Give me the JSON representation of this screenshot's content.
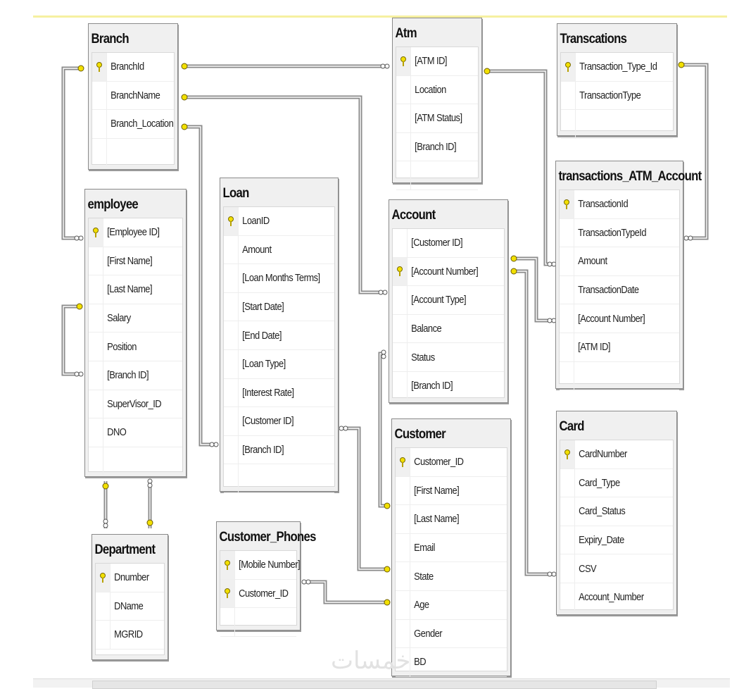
{
  "tables": [
    {
      "id": "t-branch",
      "name": "Branch",
      "columns": [
        {
          "name": "BranchId",
          "pk": true
        },
        {
          "name": "BranchName"
        },
        {
          "name": "Branch_Location"
        }
      ],
      "empty_rows": 1
    },
    {
      "id": "t-atm",
      "name": "Atm",
      "columns": [
        {
          "name": "[ATM ID]",
          "pk": true
        },
        {
          "name": "Location"
        },
        {
          "name": "[ATM Status]"
        },
        {
          "name": "[Branch ID]"
        }
      ],
      "empty_rows": 1
    },
    {
      "id": "t-transcations",
      "name": "Transcations",
      "columns": [
        {
          "name": "Transaction_Type_Id",
          "pk": true
        },
        {
          "name": "TransactionType"
        }
      ],
      "empty_rows": 1
    },
    {
      "id": "t-tac",
      "name": "transactions_ATM_Account",
      "columns": [
        {
          "name": "TransactionId",
          "pk": true
        },
        {
          "name": "TransactionTypeId"
        },
        {
          "name": "Amount"
        },
        {
          "name": "TransactionDate"
        },
        {
          "name": "[Account Number]"
        },
        {
          "name": "[ATM ID]"
        }
      ],
      "empty_rows": 1
    },
    {
      "id": "t-employee",
      "name": "employee",
      "columns": [
        {
          "name": "[Employee ID]",
          "pk": true
        },
        {
          "name": "[First Name]"
        },
        {
          "name": "[Last Name]"
        },
        {
          "name": "Salary"
        },
        {
          "name": "Position"
        },
        {
          "name": "[Branch ID]"
        },
        {
          "name": "SuperVisor_ID"
        },
        {
          "name": "DNO"
        }
      ],
      "empty_rows": 1
    },
    {
      "id": "t-loan",
      "name": "Loan",
      "columns": [
        {
          "name": "LoanID",
          "pk": true
        },
        {
          "name": "Amount"
        },
        {
          "name": "[Loan Months Terms]"
        },
        {
          "name": "[Start Date]"
        },
        {
          "name": "[End Date]"
        },
        {
          "name": "[Loan Type]"
        },
        {
          "name": "[Interest Rate]"
        },
        {
          "name": "[Customer ID]"
        },
        {
          "name": "[Branch ID]"
        }
      ],
      "empty_rows": 1
    },
    {
      "id": "t-account",
      "name": "Account",
      "columns": [
        {
          "name": "[Customer ID]"
        },
        {
          "name": "[Account Number]",
          "pk": true
        },
        {
          "name": "[Account Type]"
        },
        {
          "name": "Balance"
        },
        {
          "name": "Status"
        },
        {
          "name": "[Branch ID]"
        }
      ],
      "empty_rows": 0
    },
    {
      "id": "t-customer",
      "name": "Customer",
      "columns": [
        {
          "name": "Customer_ID",
          "pk": true
        },
        {
          "name": "[First Name]"
        },
        {
          "name": "[Last Name]"
        },
        {
          "name": "Email"
        },
        {
          "name": "State"
        },
        {
          "name": "Age"
        },
        {
          "name": "Gender"
        },
        {
          "name": "BD"
        }
      ],
      "empty_rows": 0
    },
    {
      "id": "t-card",
      "name": "Card",
      "columns": [
        {
          "name": "CardNumber",
          "pk": true
        },
        {
          "name": "Card_Type"
        },
        {
          "name": "Card_Status"
        },
        {
          "name": "Expiry_Date"
        },
        {
          "name": "CSV"
        },
        {
          "name": "Account_Number"
        }
      ],
      "empty_rows": 0
    },
    {
      "id": "t-department",
      "name": "Department",
      "columns": [
        {
          "name": "Dnumber",
          "pk": true
        },
        {
          "name": "DName"
        },
        {
          "name": "MGRID"
        }
      ],
      "empty_rows": 0
    },
    {
      "id": "t-phones",
      "name": "Customer_Phones",
      "columns": [
        {
          "name": "[Mobile Number]",
          "pk": true
        },
        {
          "name": "Customer_ID",
          "pk": true
        }
      ],
      "empty_rows": 1
    }
  ],
  "watermark": "خمسات",
  "colors": {
    "key": "#f2e000",
    "line": "#8a8a8a",
    "top_border": "#f6f0a0"
  }
}
